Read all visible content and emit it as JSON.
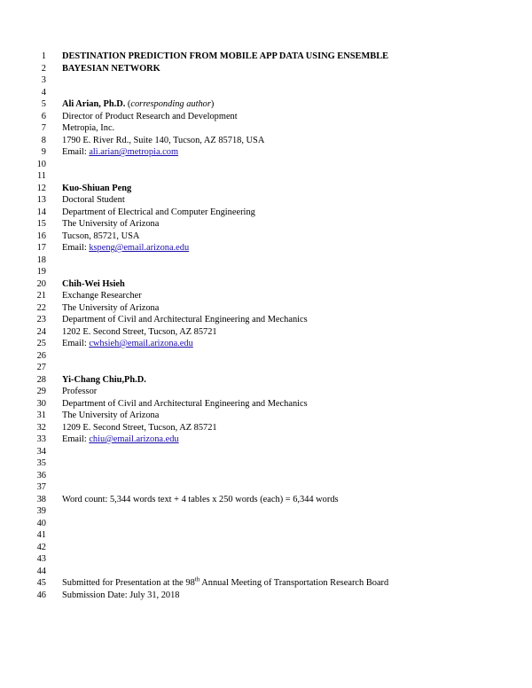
{
  "line_numbers": [
    "1",
    "2",
    "3",
    "4",
    "5",
    "6",
    "7",
    "8",
    "9",
    "10",
    "11",
    "12",
    "13",
    "14",
    "15",
    "16",
    "17",
    "18",
    "19",
    "20",
    "21",
    "22",
    "23",
    "24",
    "25",
    "26",
    "27",
    "28",
    "29",
    "30",
    "31",
    "32",
    "33",
    "34",
    "35",
    "36",
    "37",
    "38",
    "39",
    "40",
    "41",
    "42",
    "43",
    "44",
    "45",
    "46"
  ],
  "title": {
    "line1": "DESTINATION PREDICTION FROM MOBILE APP DATA USING ENSEMBLE",
    "line2": "BAYESIAN NETWORK"
  },
  "authors": [
    {
      "name": "Ali Arian, Ph.D.",
      "note_open": " (",
      "note": "corresponding author",
      "note_close": ")",
      "lines": [
        "Director of Product Research and Development",
        "Metropia, Inc.",
        "1790 E. River Rd., Suite 140, Tucson, AZ 85718, USA"
      ],
      "email_label": "Email: ",
      "email": "ali.arian@metropia.com"
    },
    {
      "name": "Kuo-Shiuan Peng",
      "lines": [
        "Doctoral Student",
        "Department of Electrical and Computer Engineering",
        "The University of Arizona",
        "Tucson, 85721, USA"
      ],
      "email_label": "Email: ",
      "email": "kspeng@email.arizona.edu"
    },
    {
      "name": "Chih-Wei Hsieh",
      "lines": [
        "Exchange Researcher",
        "The University of Arizona",
        "Department of Civil and Architectural Engineering and Mechanics",
        "1202 E. Second Street, Tucson, AZ 85721"
      ],
      "email_label": "Email: ",
      "email": "cwhsieh@email.arizona.edu"
    },
    {
      "name": "Yi-Chang Chiu,Ph.D.",
      "lines": [
        "Professor",
        "Department of Civil and Architectural Engineering and Mechanics",
        "The University of Arizona",
        "1209 E. Second Street, Tucson, AZ 85721"
      ],
      "email_label": "Email: ",
      "email": "chiu@email.arizona.edu"
    }
  ],
  "word_count": "Word count:  5,344 words text + 4 tables x 250 words (each) = 6,344 words",
  "submission": {
    "line1_pre": "Submitted for Presentation at the 98",
    "line1_sup": "th",
    "line1_post": " Annual Meeting of Transportation Research Board",
    "line2": "Submission Date: July 31, 2018"
  }
}
